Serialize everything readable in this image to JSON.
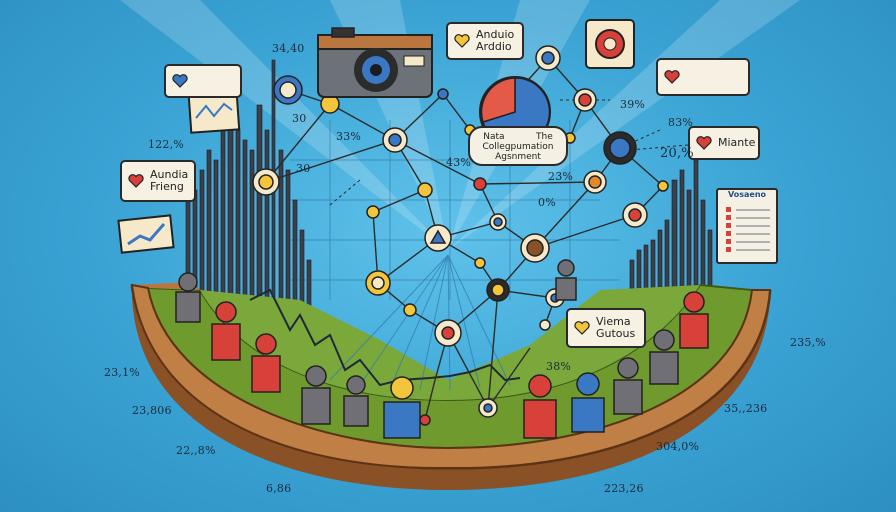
{
  "bubbles": {
    "top_center": "Anduio Arddio",
    "left_mid_line1": "Aundia",
    "left_mid_line2": "Frieng",
    "right_top": "Miante",
    "bottom_right_line1": "Viema",
    "bottom_right_line2": "Gutous"
  },
  "center_caption": {
    "line1": "Nata           The",
    "line2": "Collegpumation",
    "line3": "Agsnment"
  },
  "panel_title": "Vosaeno",
  "labels": {
    "top_num": "34,40",
    "left_pct": "122,%",
    "l30a": "30",
    "l30b": "30",
    "l33": "33%",
    "l43": "43%",
    "r39": "39%",
    "r83": "83%",
    "r20": "20,%",
    "r23": "23%",
    "r0": "0%",
    "r38": "38%",
    "far_right": "235,%",
    "left_a": "23,1%",
    "left_b": "23,806",
    "left_c": "22,,8%",
    "bottom_left": "6,86",
    "bottom_mid": "223,26",
    "bottom_right_a": "35,,236",
    "bottom_right_b": "304,0%"
  },
  "colors": {
    "sky": "#3aa3d4",
    "grass": "#6f9a2e",
    "wood": "#b9763f",
    "people_red": "#d8413a",
    "people_grey": "#6f6f75",
    "people_blue": "#3b78c4",
    "node_yellow": "#f2c53d"
  }
}
